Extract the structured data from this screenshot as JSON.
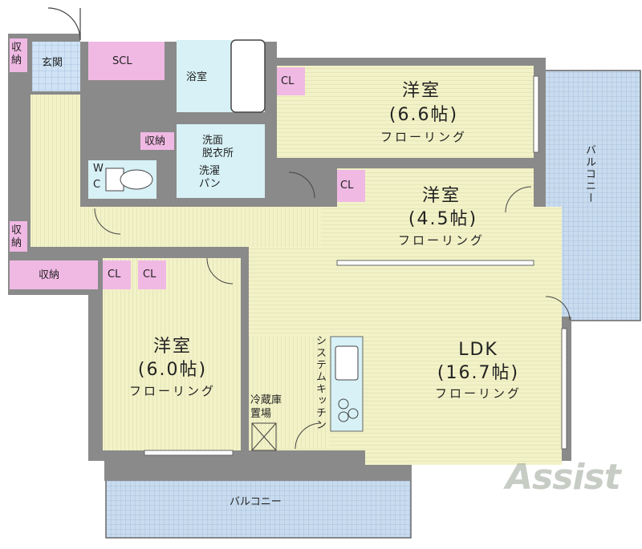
{
  "rooms": {
    "western1": {
      "name": "洋室",
      "size": "(6.6帖)",
      "floor": "フローリング"
    },
    "western2": {
      "name": "洋室",
      "size": "(4.5帖)",
      "floor": "フローリング"
    },
    "western3": {
      "name": "洋室",
      "size": "(6.0帖)",
      "floor": "フローリング"
    },
    "ldk": {
      "name": "LDK",
      "size": "(16.7帖)",
      "floor": "フローリング"
    }
  },
  "labels": {
    "storage": "収納",
    "storage_line1": "収",
    "storage_line2": "納",
    "entrance": "玄関",
    "scl": "SCL",
    "bath": "浴室",
    "washroom_line1": "洗面",
    "washroom_line2": "脱衣所",
    "laundry_line1": "洗濯",
    "laundry_line2": "パン",
    "wc_w": "W",
    "wc_c": "C",
    "closet": "CL",
    "system_kitchen": "システムキッチン",
    "fridge_line1": "冷蔵庫",
    "fridge_line2": "置場",
    "balcony_right": "バルコニー",
    "balcony_bottom": "バルコニー"
  },
  "watermark": "Assist",
  "colors": {
    "flooring": "#f2f2c8",
    "wet_area": "#d7f1f6",
    "storage": "#f0b9e4",
    "balcony": "#c9dcef",
    "walls": "#8a8a8a"
  }
}
